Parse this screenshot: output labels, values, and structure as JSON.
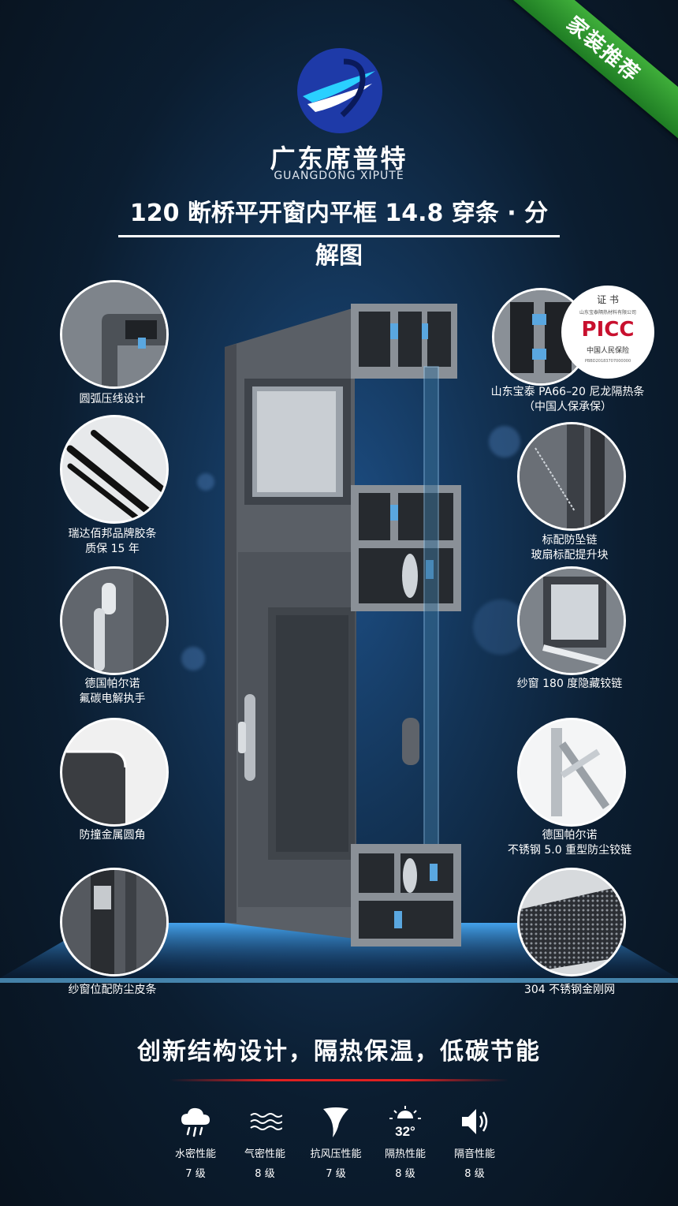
{
  "badge": "家装推荐",
  "brand": {
    "cn": "广东席普特",
    "en": "GUANGDONG XIPUTE"
  },
  "title": "120 断桥平开窗内平框 14.8 穿条 · 分解图",
  "certificate": {
    "heading": "证 书",
    "org_line": "山东宝泰隔热材料有限公司",
    "logo": "PICC",
    "subtitle": "中国人民保险",
    "number": "PBBD20183707000000"
  },
  "features_left": [
    {
      "lines": [
        "圆弧压线设计"
      ],
      "icon": "frame-corner"
    },
    {
      "lines": [
        "瑞达佰邦品牌胶条",
        "质保 15 年"
      ],
      "icon": "rubber-seal"
    },
    {
      "lines": [
        "德国帕尔诺",
        "氟碳电解执手"
      ],
      "icon": "handle"
    },
    {
      "lines": [
        "防撞金属圆角"
      ],
      "icon": "metal-corner"
    },
    {
      "lines": [
        "纱窗位配防尘皮条"
      ],
      "icon": "dust-strip"
    }
  ],
  "features_right": [
    {
      "lines": [
        "山东宝泰 PA66–20 尼龙隔热条",
        "（中国人保承保）"
      ],
      "icon": "thermal-strip"
    },
    {
      "lines": [
        "标配防坠链",
        "玻扇标配提升块"
      ],
      "icon": "safety-chain"
    },
    {
      "lines": [
        "纱窗 180 度隐藏铰链"
      ],
      "icon": "hidden-hinge"
    },
    {
      "lines": [
        "德国帕尔诺",
        "不锈钢 5.0 重型防尘铰链"
      ],
      "icon": "steel-hinge"
    },
    {
      "lines": [
        "304 不锈钢金刚网"
      ],
      "icon": "steel-mesh"
    }
  ],
  "slogan": "创新结构设计，隔热保温，低碳节能",
  "performance": [
    {
      "name": "水密性能",
      "level": "7 级",
      "icon": "rain-cloud-icon"
    },
    {
      "name": "气密性能",
      "level": "8 级",
      "icon": "air-waves-icon"
    },
    {
      "name": "抗风压性能",
      "level": "7 级",
      "icon": "tornado-icon"
    },
    {
      "name": "隔热性能",
      "level": "8 级",
      "icon": "sun-temperature-icon",
      "icon_text": "32°"
    },
    {
      "name": "隔音性能",
      "level": "8 级",
      "icon": "speaker-icon"
    }
  ],
  "colors": {
    "ribbon": "#2e9a30",
    "accent_red": "#e02020",
    "frame_gray": "#5a5f66",
    "thermal_blue": "#5aa7e0"
  }
}
